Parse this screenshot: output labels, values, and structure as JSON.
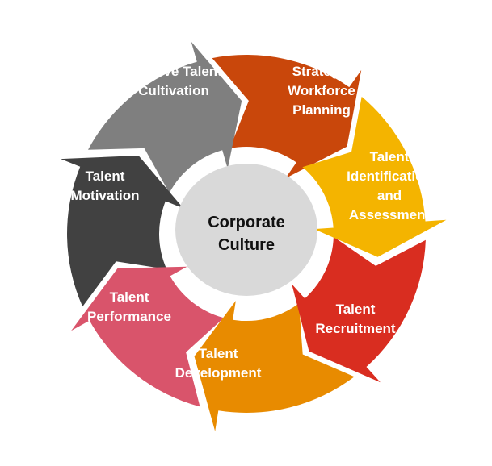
{
  "center": {
    "lines": [
      "Corporate",
      "Culture"
    ],
    "color": "#d9d9d9"
  },
  "segments": [
    {
      "lines": [
        "Strategic",
        "Workforce",
        "Planning"
      ],
      "color": "#c9470b"
    },
    {
      "lines": [
        "Talent",
        "Identification",
        "and",
        "Assessment"
      ],
      "color": "#f4b400"
    },
    {
      "lines": [
        "Talent",
        "Recruitment"
      ],
      "color": "#d92d20"
    },
    {
      "lines": [
        "Talent",
        "Development"
      ],
      "color": "#e88b00"
    },
    {
      "lines": [
        "Talent",
        "Performance"
      ],
      "color": "#d9546b"
    },
    {
      "lines": [
        "Talent",
        "Motivation"
      ],
      "color": "#414141"
    },
    {
      "lines": [
        "Reserve Talent",
        "Cultivation"
      ],
      "color": "#7f7f7f"
    }
  ]
}
